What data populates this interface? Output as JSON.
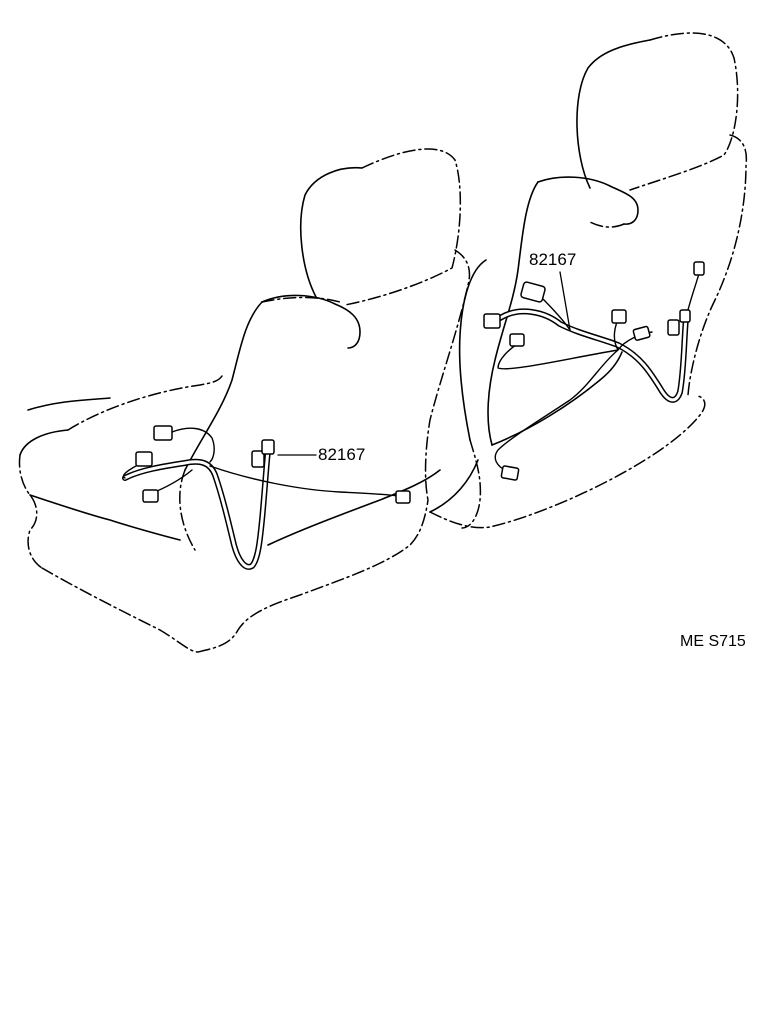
{
  "callouts": {
    "front_seat": "82167",
    "rear_seat": "82167"
  },
  "figure_code": "ME S715"
}
